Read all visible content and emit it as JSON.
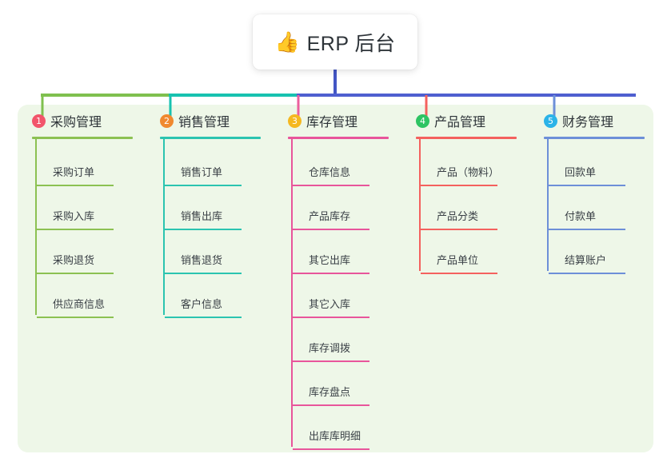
{
  "root": {
    "emoji": "👍",
    "emoji_name": "thumbs-up-icon",
    "title": "ERP 后台"
  },
  "theme": {
    "page_background": "#ffffff",
    "panel_background": "#eef7e8",
    "card_background": "#ffffff",
    "text_color": "#2d3338",
    "stem_color": "#4356c4",
    "bus_segment_1": "#7fc04e",
    "bus_segment_2": "#17c2b0",
    "bus_segment_3": "#4e5fd0"
  },
  "columns": [
    {
      "number": "1",
      "title": "采购管理",
      "badge_color": "#f2556b",
      "line_color": "#8cc152",
      "drop_color": "#7fc04e",
      "items": [
        {
          "label": "采购订单"
        },
        {
          "label": "采购入库"
        },
        {
          "label": "采购退货"
        },
        {
          "label": "供应商信息"
        }
      ]
    },
    {
      "number": "2",
      "title": "销售管理",
      "badge_color": "#f0892f",
      "line_color": "#2bc4b0",
      "drop_color": "#17c2b0",
      "items": [
        {
          "label": "销售订单"
        },
        {
          "label": "销售出库"
        },
        {
          "label": "销售退货"
        },
        {
          "label": "客户信息"
        }
      ]
    },
    {
      "number": "3",
      "title": "库存管理",
      "badge_color": "#f5b820",
      "line_color": "#e8559b",
      "drop_color": "#ec5f9e",
      "items": [
        {
          "label": "仓库信息"
        },
        {
          "label": "产品库存"
        },
        {
          "label": "其它出库"
        },
        {
          "label": "其它入库"
        },
        {
          "label": "库存调拨"
        },
        {
          "label": "库存盘点"
        },
        {
          "label": "出库库明细"
        }
      ]
    },
    {
      "number": "4",
      "title": "产品管理",
      "badge_color": "#2ec463",
      "line_color": "#f4615e",
      "drop_color": "#f4615e",
      "items": [
        {
          "label": "产品（物料）"
        },
        {
          "label": "产品分类"
        },
        {
          "label": "产品单位"
        }
      ]
    },
    {
      "number": "5",
      "title": "财务管理",
      "badge_color": "#2bb3e8",
      "line_color": "#6d8fd8",
      "drop_color": "#6d8fd8",
      "items": [
        {
          "label": "回款单"
        },
        {
          "label": "付款单"
        },
        {
          "label": "结算账户"
        }
      ]
    }
  ]
}
